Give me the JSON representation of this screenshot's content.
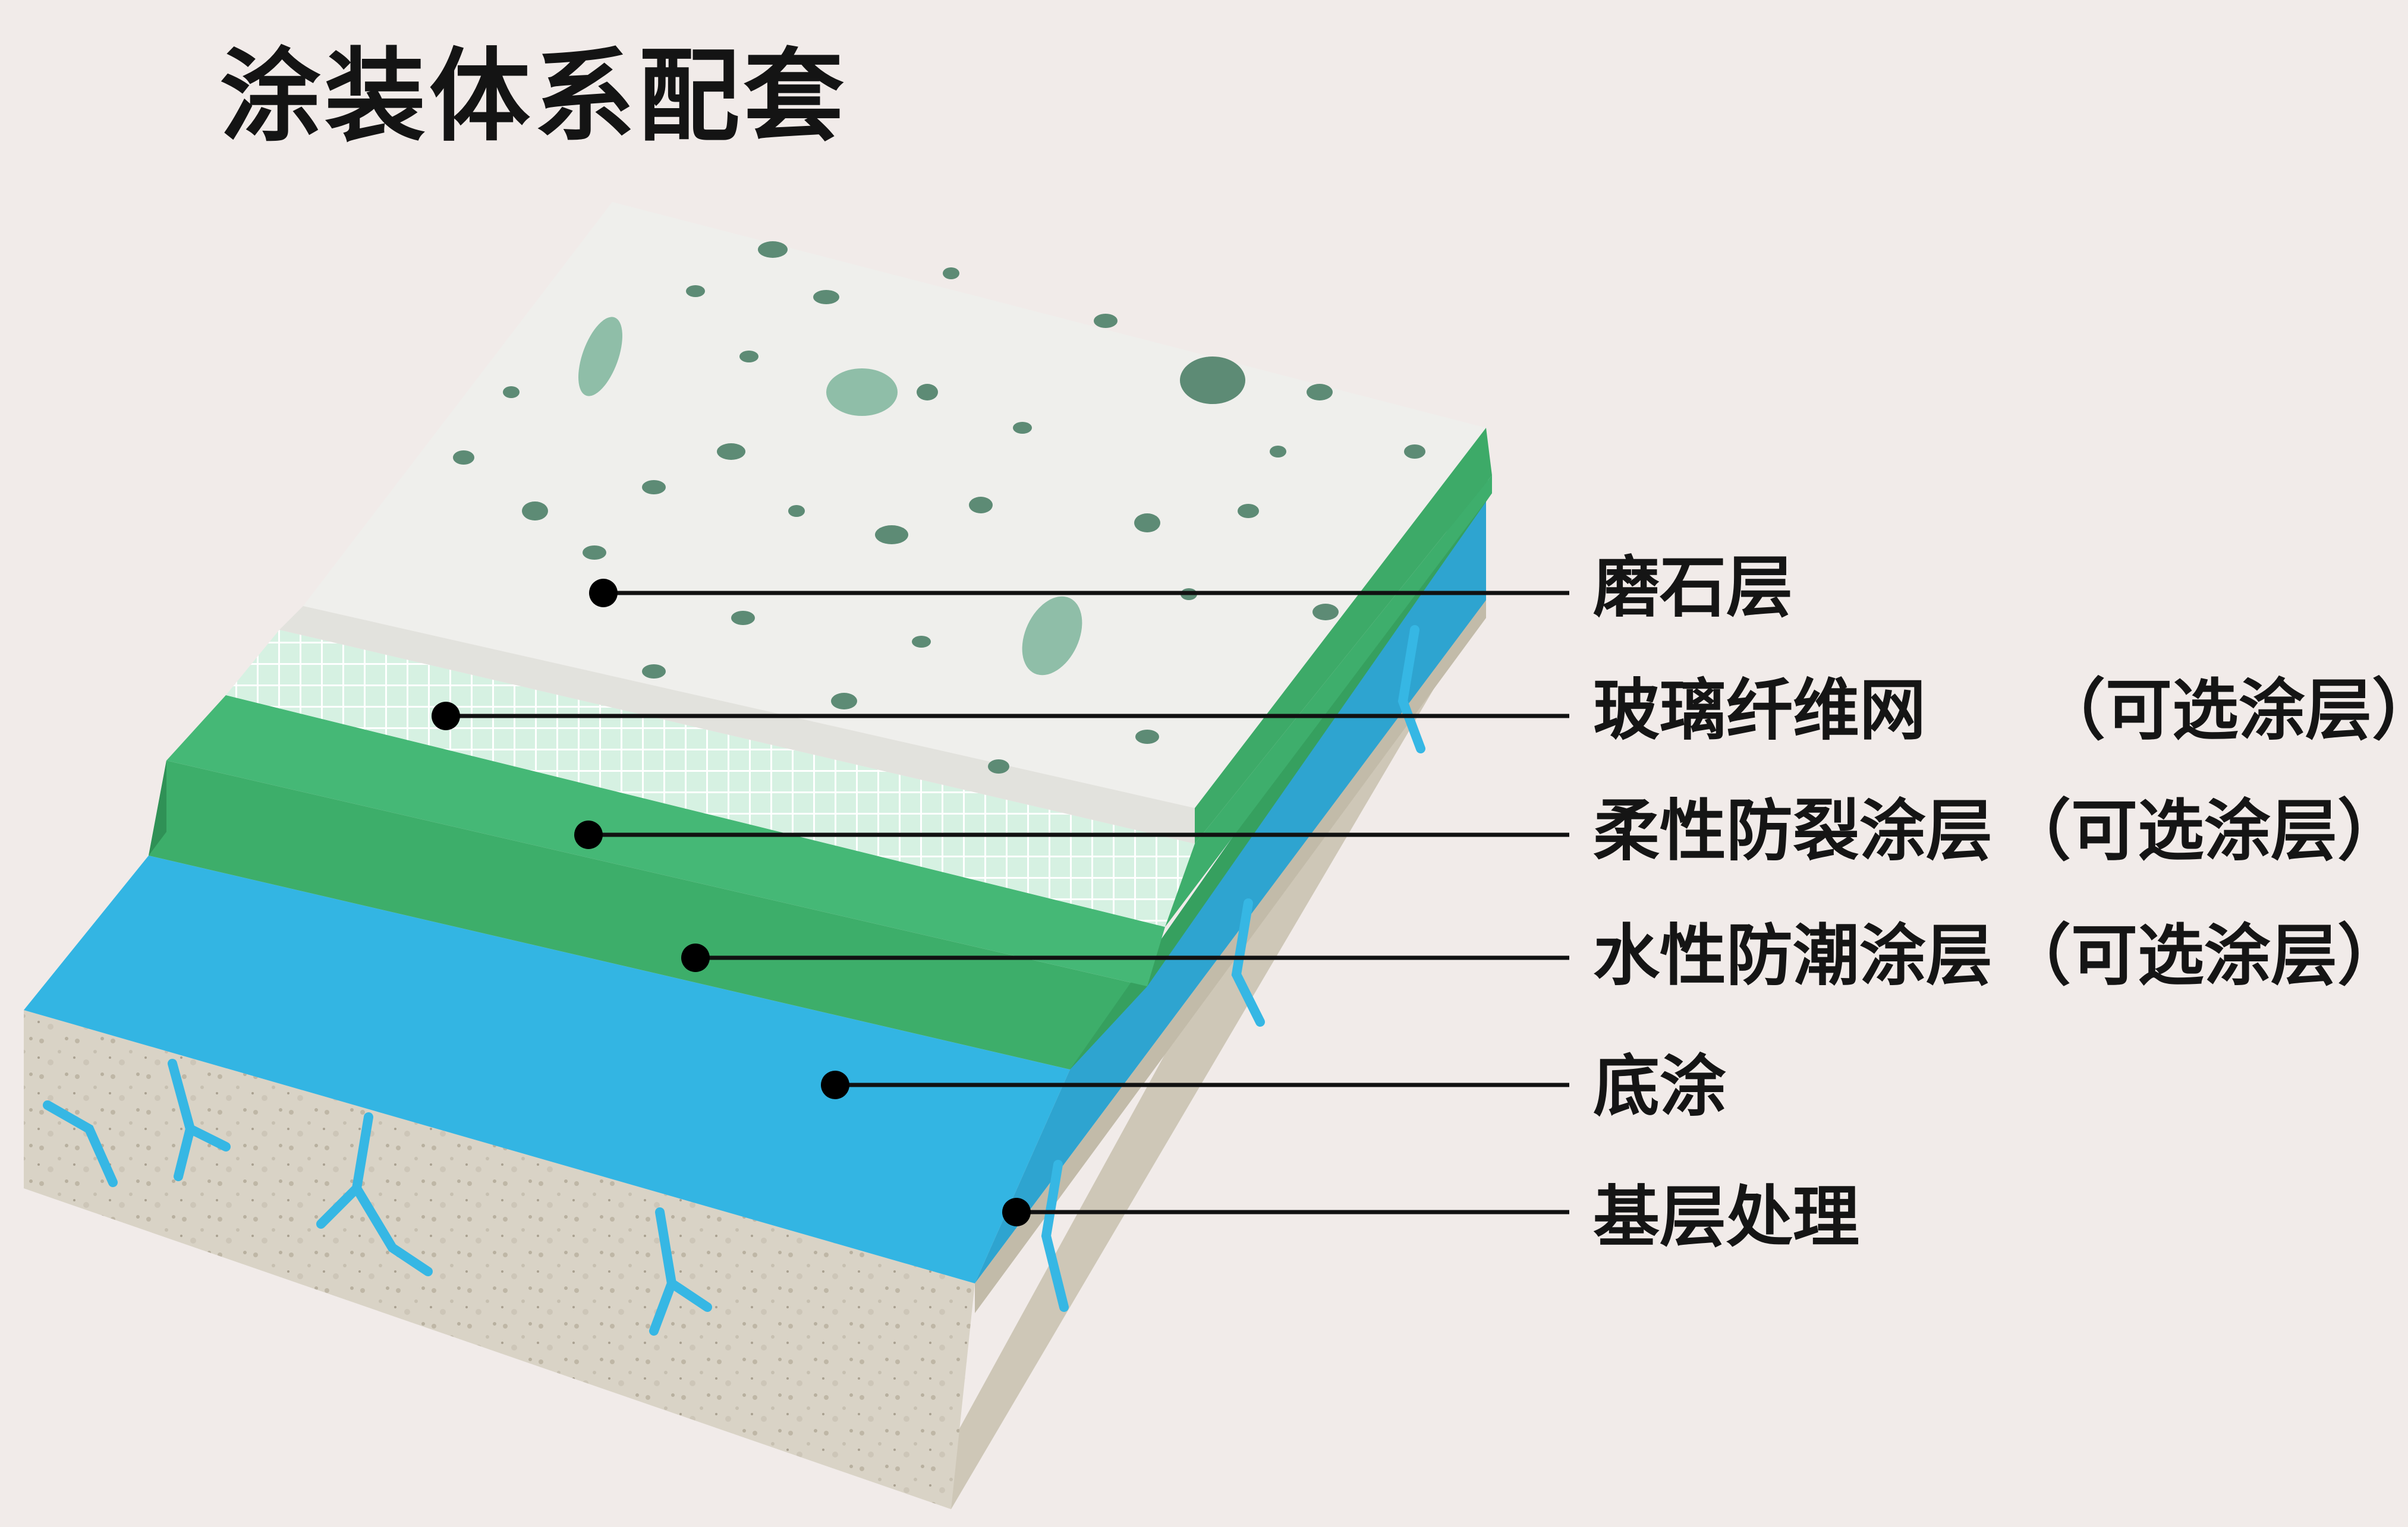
{
  "title": "涂装体系配套",
  "layers": [
    {
      "name": "磨石层",
      "note": ""
    },
    {
      "name": "玻璃纤维网",
      "note": "（可选涂层）"
    },
    {
      "name": "柔性防裂涂层",
      "note": "（可选涂层）"
    },
    {
      "name": "水性防潮涂层",
      "note": "（可选涂层）"
    },
    {
      "name": "底涂",
      "note": ""
    },
    {
      "name": "基层处理",
      "note": ""
    }
  ],
  "colors": {
    "background": "#f1ebe9",
    "terrazzo": "#eeeeea",
    "terrazzo_chips": "#5a8a73",
    "fiberglass_mesh": "#cfeedd",
    "anti_crack": "#3fae6c",
    "moisture_barrier": "#2fb0dc",
    "primer": "#32b4e2",
    "concrete": "#d8d2c4",
    "leader_line": "#111111"
  }
}
